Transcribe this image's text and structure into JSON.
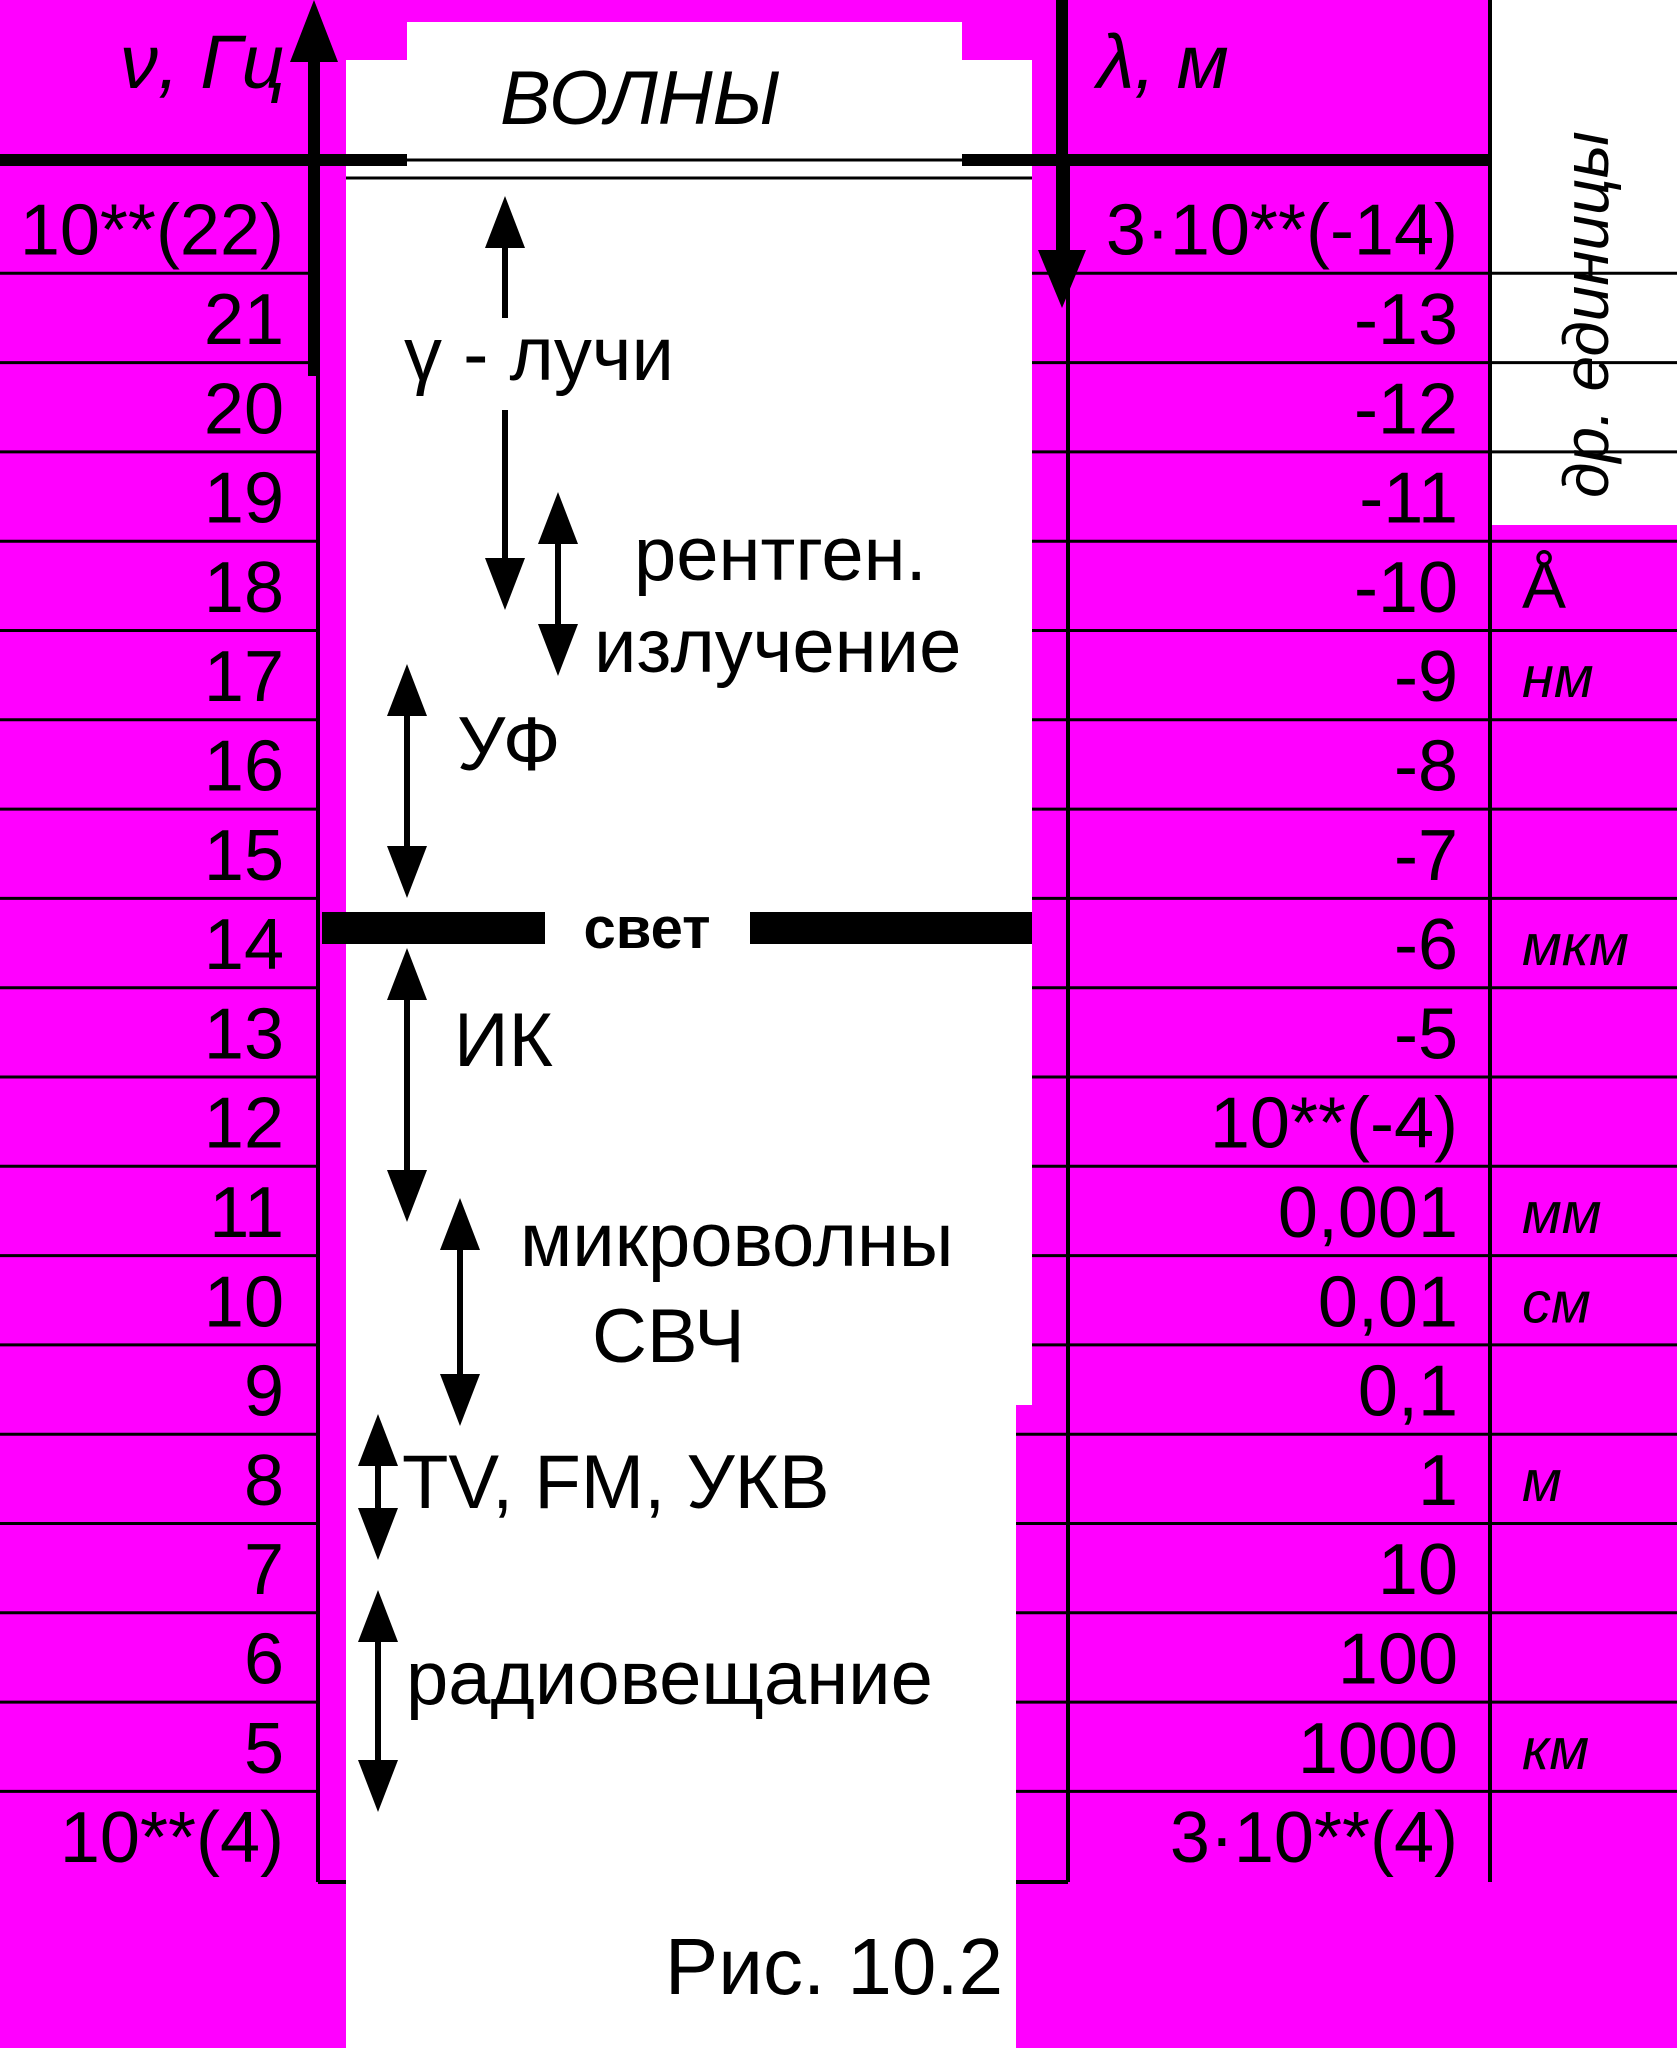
{
  "header": {
    "freq_axis_label": "ν, Гц",
    "wave_title": "ВОЛНЫ",
    "wavelength_axis_label": "λ, м",
    "other_units_label": "др. единицы"
  },
  "frequency_labels": [
    "10**(22)",
    "21",
    "20",
    "19",
    "18",
    "17",
    "16",
    "15",
    "14",
    "13",
    "12",
    "11",
    "10",
    "9",
    "8",
    "7",
    "6",
    "5",
    "10**(4)"
  ],
  "wavelength_labels": [
    "3·10**(-14)",
    "-13",
    "-12",
    "-11",
    "-10",
    "-9",
    "-8",
    "-7",
    "-6",
    "-5",
    "10**(-4)",
    "0,001",
    "0,01",
    "0,1",
    "1",
    "10",
    "100",
    "1000",
    "3·10**(4)"
  ],
  "unit_labels": [
    "",
    "",
    "",
    "",
    "Å",
    "нм",
    "",
    "",
    "мкм",
    "",
    "",
    "мм",
    "см",
    "",
    "м",
    "",
    "",
    "км",
    ""
  ],
  "bands": {
    "gamma": "γ - лучи",
    "xray_line1": "рентген.",
    "xray_line2": "излучение",
    "uv": "УФ",
    "light": "свет",
    "ir": "ИК",
    "micro_line1": "микроволны",
    "micro_line2": "СВЧ",
    "vhf": "TV, FM, УКВ",
    "radio": "радиовещание"
  },
  "caption": "Рис. 10.2",
  "colors": {
    "background": "#ff00ff",
    "panel": "#ffffff",
    "ink": "#000000"
  }
}
